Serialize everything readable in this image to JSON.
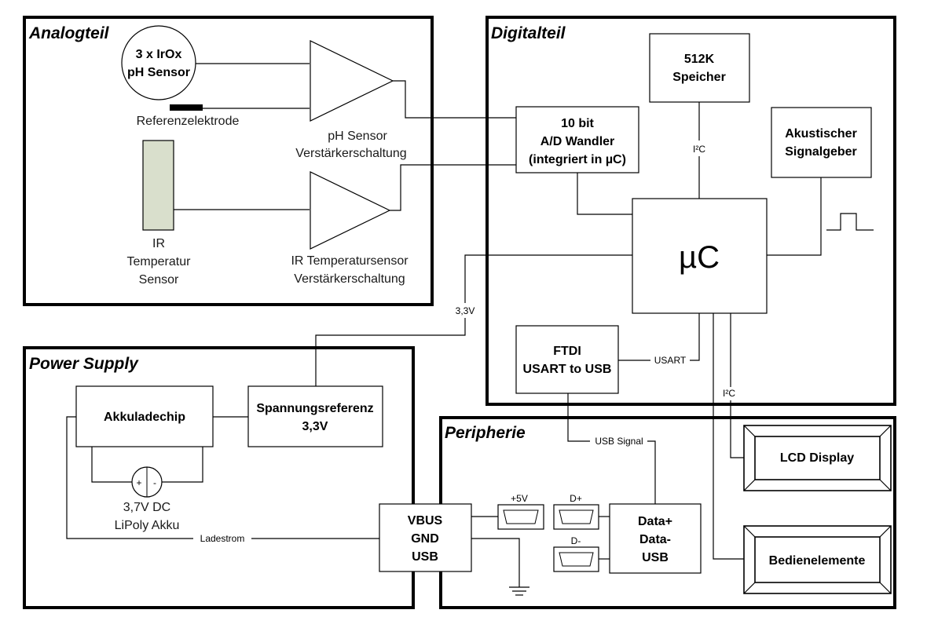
{
  "sections": {
    "analog": "Analogteil",
    "digital": "Digitalteil",
    "power": "Power Supply",
    "peripherie": "Peripherie"
  },
  "analog": {
    "ph_sensor": [
      "3 x IrOx",
      "pH Sensor"
    ],
    "ref_electrode": "Referenzelektrode",
    "ir_sensor": [
      "IR",
      "Temperatur",
      "Sensor"
    ],
    "ph_amp": [
      "pH Sensor",
      "Verstärkerschaltung"
    ],
    "ir_amp": [
      "IR Temperatursensor",
      "Verstärkerschaltung"
    ]
  },
  "digital": {
    "adc": [
      "10 bit",
      "A/D Wandler",
      "(integriert in µC)"
    ],
    "memory": [
      "512K",
      "Speicher"
    ],
    "buzzer": [
      "Akustischer",
      "Signalgeber"
    ],
    "mcu": "µC",
    "ftdi": [
      "FTDI",
      "USART to USB"
    ],
    "i2c_top": "I²C",
    "i2c_bottom": "I²C",
    "usart": "USART"
  },
  "power": {
    "charger": "Akkuladechip",
    "vref": [
      "Spannungsreferenz",
      "3,3V"
    ],
    "battery": [
      "3,7V DC",
      "LiPoly Akku"
    ],
    "battery_plus": "+",
    "battery_minus": "-",
    "charge_current": "Ladestrom",
    "usb_power": [
      "VBUS",
      "GND",
      "USB"
    ]
  },
  "peripherie": {
    "usb_signal": "USB Signal",
    "conn_5v": "+5V",
    "conn_dplus": "D+",
    "conn_dminus": "D-",
    "usb_data": [
      "Data+",
      "Data-",
      "USB"
    ],
    "lcd": "LCD Display",
    "controls": "Bedienelemente"
  },
  "wires": {
    "v33": "3,3V"
  }
}
